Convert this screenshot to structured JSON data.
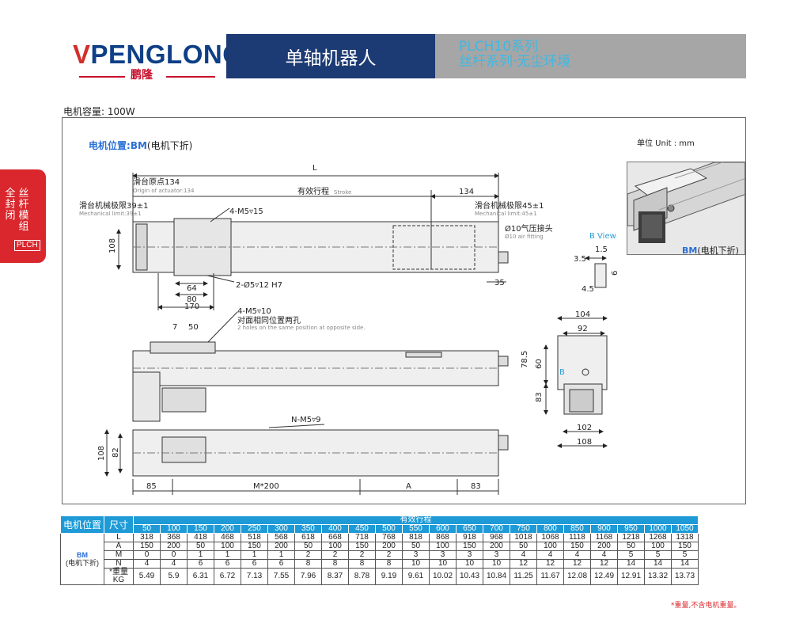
{
  "header": {
    "logo_en_prefix": "V",
    "logo_en": "PENGLONG",
    "logo_cn": "鹏隆",
    "title": "单轴机器人",
    "series_line1": "PLCH10系列",
    "series_line2": "丝杆系列·无尘环境"
  },
  "side_tab": {
    "col1": "全封闭",
    "col2": "丝杆模组",
    "code": "PLCH"
  },
  "motor_capacity": "电机容量: 100W",
  "drawing": {
    "heading_label": "电机位置:",
    "heading_code": "BM",
    "heading_suffix": "(电机下折)",
    "unit": "单位 Unit : mm",
    "photo_code": "BM",
    "photo_caption": "(电机下折)",
    "b_view": "B View",
    "labels": {
      "L": "L",
      "origin_cn": "滑台原点134",
      "origin_en": "Origin of actuator:134",
      "stroke_cn": "有效行程",
      "stroke_en": "Stroke",
      "d134": "134",
      "mech39_cn": "滑台机械极限39±1",
      "mech39_en": "Mechanical limit:39±1",
      "mech45_cn": "滑台机械极限45±1",
      "mech45_en": "Mechanical limit:45±1",
      "air_cn": "Ø10气压接头",
      "air_en": "Ø10 air fitting",
      "m5_top": "4-M5▿15",
      "pin": "2-Ø5▿12 H7",
      "d108": "108",
      "d64": "64",
      "d80": "80",
      "d170": "170",
      "d35": "35",
      "m5_10": "4-M5▿10",
      "holes_cn": "对面相同位置两孔",
      "holes_en": "2 holes on the same position at opposite side.",
      "d7": "7",
      "d50": "50",
      "d1_5": "1.5",
      "d3_5": "3.5",
      "d6": "6",
      "d4_5": "4.5",
      "d104": "104",
      "d92": "92",
      "d78_5": "78.5",
      "d60": "60",
      "d83": "83",
      "d102": "102",
      "d108b": "108",
      "b": "B",
      "nm5": "N-M5▿9",
      "d108c": "108",
      "d82": "82",
      "d85": "85",
      "m200": "M*200",
      "A": "A",
      "d83b": "83"
    }
  },
  "table": {
    "col_position": "电机位置",
    "col_size": "尺寸",
    "stroke_header": "有效行程",
    "position_code": "BM",
    "position_desc": "(电机下折)",
    "strokes": [
      "50",
      "100",
      "150",
      "200",
      "250",
      "300",
      "350",
      "400",
      "450",
      "500",
      "550",
      "600",
      "650",
      "700",
      "750",
      "800",
      "850",
      "900",
      "950",
      "1000",
      "1050"
    ],
    "rows": [
      {
        "label": "L",
        "values": [
          "318",
          "368",
          "418",
          "468",
          "518",
          "568",
          "618",
          "668",
          "718",
          "768",
          "818",
          "868",
          "918",
          "968",
          "1018",
          "1068",
          "1118",
          "1168",
          "1218",
          "1268",
          "1318"
        ]
      },
      {
        "label": "A",
        "values": [
          "150",
          "200",
          "50",
          "100",
          "150",
          "200",
          "50",
          "100",
          "150",
          "200",
          "50",
          "100",
          "150",
          "200",
          "50",
          "100",
          "150",
          "200",
          "50",
          "100",
          "150"
        ]
      },
      {
        "label": "M",
        "values": [
          "0",
          "0",
          "1",
          "1",
          "1",
          "1",
          "2",
          "2",
          "2",
          "2",
          "3",
          "3",
          "3",
          "3",
          "4",
          "4",
          "4",
          "4",
          "5",
          "5",
          "5"
        ]
      },
      {
        "label": "N",
        "values": [
          "4",
          "4",
          "6",
          "6",
          "6",
          "6",
          "8",
          "8",
          "8",
          "8",
          "10",
          "10",
          "10",
          "10",
          "12",
          "12",
          "12",
          "12",
          "14",
          "14",
          "14"
        ]
      },
      {
        "label": "*重量KG",
        "values": [
          "5.49",
          "5.9",
          "6.31",
          "6.72",
          "7.13",
          "7.55",
          "7.96",
          "8.37",
          "8.78",
          "9.19",
          "9.61",
          "10.02",
          "10.43",
          "10.84",
          "11.25",
          "11.67",
          "12.08",
          "12.49",
          "12.91",
          "13.32",
          "13.73"
        ]
      }
    ],
    "footnote_mark": "*",
    "footnote": "重量,不含电机重量。"
  },
  "colors": {
    "navy": "#1c3a73",
    "red": "#d9272d",
    "cyan": "#3fb8e3",
    "table_head": "#1e9bd7",
    "accent_blue": "#2a6fd6"
  }
}
